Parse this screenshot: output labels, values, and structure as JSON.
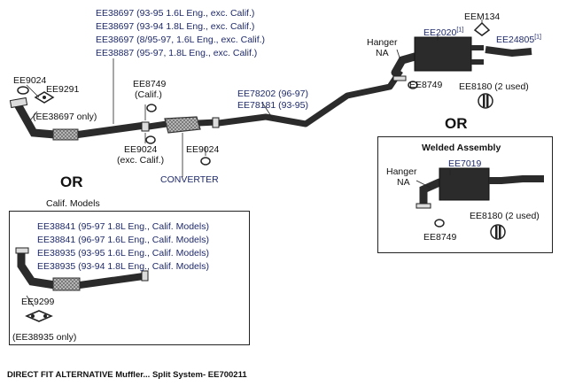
{
  "header_parts": [
    "EE38697 (93-95 1.6L Eng., exc. Calif.)",
    "EE38697 (93-94 1.8L Eng., exc. Calif.)",
    "EE38697 (8/95-97, 1.6L Eng., exc. Calif.)",
    "EE38887 (95-97, 1.8L Eng., exc. Calif.)"
  ],
  "labels": {
    "ee9024_top": "EE9024",
    "ee9291": "EE9291",
    "ee38697_only": "(EE38697 only)",
    "ee8749_calif_a": "EE8749",
    "ee8749_calif_b": "(Calif.)",
    "ee9024_exc_a": "EE9024",
    "ee9024_exc_b": "(exc. Calif.)",
    "ee9024_mid": "EE9024",
    "converter": "CONVERTER",
    "ee78202": "EE78202 (96-97)",
    "ee78181": "EE78181 (93-95)",
    "hanger_a": "Hanger",
    "hanger_b": "NA",
    "ee2020": "EE2020",
    "ee2020_note": "[1]",
    "eem134": "EEM134",
    "ee24805": "EE24805",
    "ee24805_note": "[1]",
    "ee8749_right": "EE8749",
    "ee8180_top": "EE8180 (2 used)"
  },
  "or_left": "OR",
  "or_right": "OR",
  "calif_models_title": "Calif. Models",
  "calif_parts": [
    "EE38841 (95-97 1.8L Eng., Calif. Models)",
    "EE38841 (96-97 1.6L Eng., Calif. Models)",
    "EE38935 (93-95 1.6L Eng., Calif. Models)",
    "EE38935 (93-94 1.8L Eng., Calif. Models)"
  ],
  "calif_labels": {
    "ee9299": "EE9299",
    "ee38935_only": "(EE38935 only)"
  },
  "welded": {
    "title": "Welded Assembly",
    "hanger_a": "Hanger",
    "hanger_b": "NA",
    "ee7019": "EE7019",
    "ee8180": "EE8180 (2 used)",
    "ee8749": "EE8749"
  },
  "footer": "DIRECT FIT ALTERNATIVE Muffler... Split System- EE700211",
  "colors": {
    "part_text": "#1f2a6b",
    "label_text": "#111111",
    "pipe": "#2b2b2b"
  }
}
